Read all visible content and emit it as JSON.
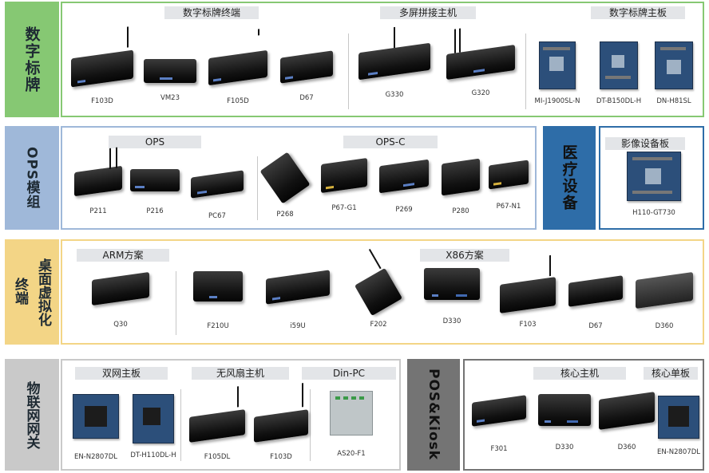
{
  "colors": {
    "signage": "#86c873",
    "ops": "#9fb8d9",
    "medical": "#2e6da8",
    "desktop": "#f3d586",
    "iot": "#c9c9c9",
    "pos": "#747474"
  },
  "rows": {
    "signage": {
      "title": "数字标牌",
      "groups": [
        "数字标牌终端",
        "多屏拼接主机",
        "数字标牌主板"
      ],
      "items": [
        "F103D",
        "VM23",
        "F105D",
        "D67",
        "G330",
        "G320",
        "MI-J1900SL-N",
        "DT-B150DL-H",
        "DN-H81SL"
      ]
    },
    "ops": {
      "title": "OPS模组",
      "groups": [
        "OPS",
        "OPS-C"
      ],
      "items": [
        "P211",
        "P216",
        "PC67",
        "P268",
        "P67-G1",
        "P269",
        "P280",
        "P67-N1"
      ]
    },
    "medical": {
      "title": "医疗设备",
      "groups": [
        "影像设备板"
      ],
      "items": [
        "H110-GT730"
      ]
    },
    "desktop": {
      "title_line1": "桌面虚拟化",
      "title_line2": "终端",
      "groups": [
        "ARM方案",
        "X86方案"
      ],
      "items": [
        "Q30",
        "F210U",
        "i59U",
        "F202",
        "D330",
        "F103",
        "D67",
        "D360"
      ]
    },
    "iot": {
      "title": "物联网网关",
      "groups": [
        "双网主板",
        "无风扇主机",
        "Din-PC"
      ],
      "items": [
        "EN-N2807DL",
        "DT-H110DL-H",
        "F105DL",
        "F103D",
        "AS20-F1"
      ]
    },
    "pos": {
      "title": "POS&Kiosk",
      "groups": [
        "核心主机",
        "核心单板"
      ],
      "items": [
        "F301",
        "D330",
        "D360",
        "EN-N2807DL"
      ]
    }
  }
}
